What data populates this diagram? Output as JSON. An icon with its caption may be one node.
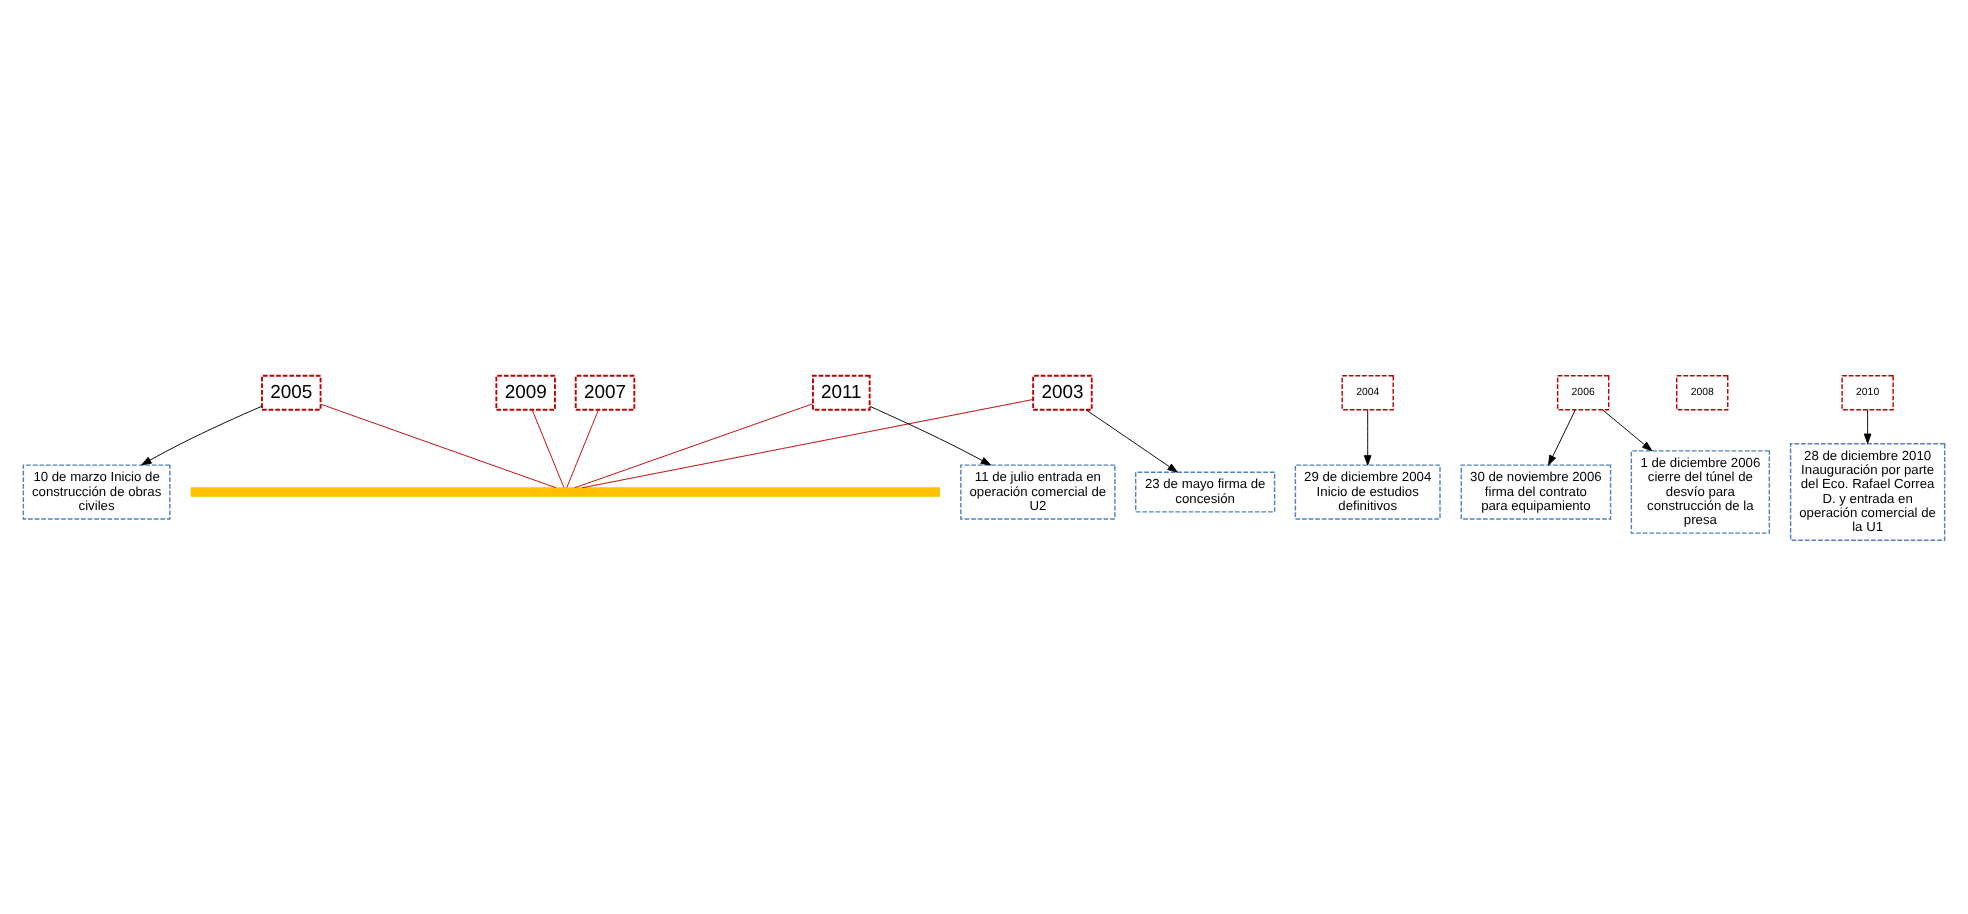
{
  "diagram": {
    "nodes": [
      {
        "text": [
          "2003"
        ]
      },
      {
        "text": [
          "2005"
        ]
      },
      {
        "text": [
          "2007"
        ]
      },
      {
        "text": [
          "2009"
        ]
      },
      {
        "text": [
          "2011"
        ]
      },
      {
        "text": [],
        "shape": "bar"
      },
      {
        "text": [
          "2004"
        ]
      },
      {
        "text": [
          "2006"
        ]
      },
      {
        "text": [
          "2008"
        ]
      },
      {
        "text": [
          "2010"
        ]
      },
      {
        "text": [
          "23 de mayo firma de concesión"
        ]
      },
      {
        "text": [
          "10 de marzo Inicio de construcción de obras civiles"
        ]
      },
      {
        "text": [
          "1 de diciembre 2006 cierre del túnel de desvío para construcción de la presa"
        ]
      },
      {
        "text": [
          "11 de julio entrada en operación comercial de U2"
        ]
      },
      {
        "text": [
          "28 de diciembre 2010 Inauguración por parte del Eco. Rafael Correa D. y entrada en operación comercial de la U1"
        ]
      },
      {
        "text": [
          "29 de diciembre 2004 Inicio de estudios definitivos"
        ]
      },
      {
        "text": [
          "30 de noviembre 2006 firma del contrato para equipamiento"
        ]
      }
    ],
    "edges": [
      {
        "from": 0,
        "to": 5,
        "arrow": "none",
        "color": "#c00000"
      },
      {
        "from": 1,
        "to": 5,
        "arrow": "none",
        "color": "#c00000"
      },
      {
        "from": 2,
        "to": 5,
        "arrow": "none",
        "color": "#c00000"
      },
      {
        "from": 3,
        "to": 5,
        "arrow": "none",
        "color": "#c00000"
      },
      {
        "from": 4,
        "to": 5,
        "arrow": "none",
        "color": "#c00000"
      },
      {
        "from": 0,
        "to": 10,
        "arrow": "to"
      },
      {
        "from": 6,
        "to": 15,
        "arrow": "to"
      },
      {
        "from": 1,
        "to": 11,
        "arrow": "to"
      },
      {
        "from": 7,
        "to": 16,
        "arrow": "to"
      },
      {
        "from": 7,
        "to": 12,
        "arrow": "to"
      },
      {
        "from": 9,
        "to": 14,
        "arrow": "to"
      },
      {
        "from": 4,
        "to": 13,
        "arrow": "to"
      }
    ]
  }
}
